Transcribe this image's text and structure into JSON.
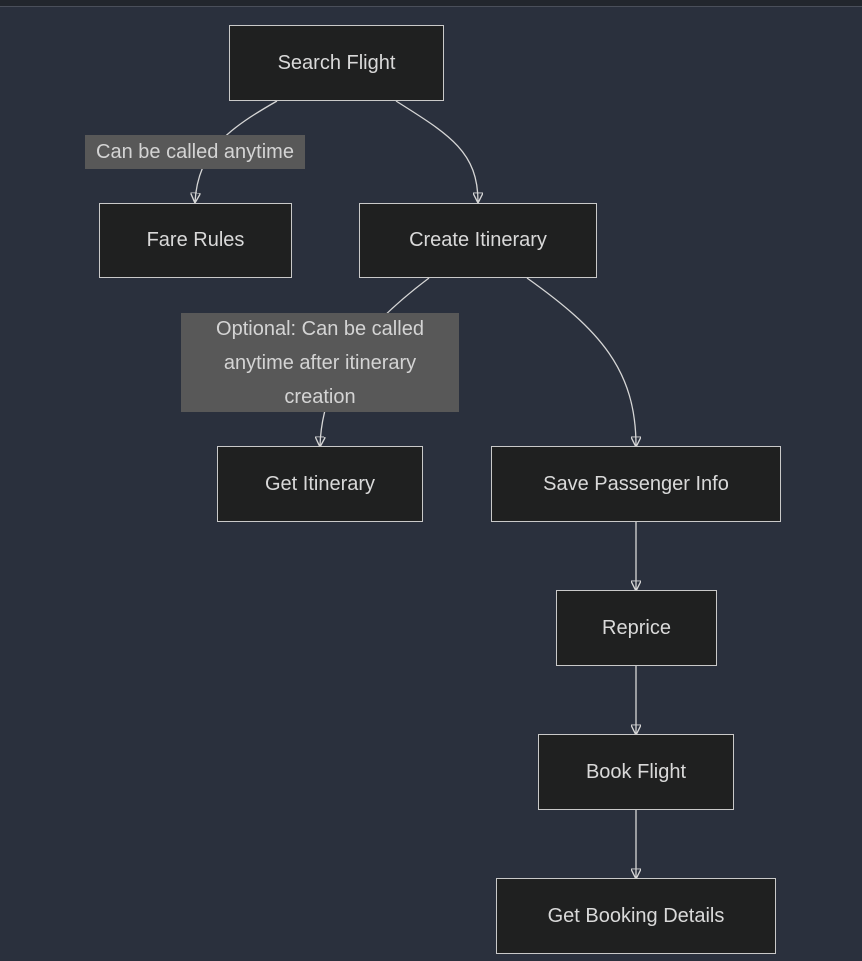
{
  "nodes": {
    "search_flight": "Search Flight",
    "fare_rules": "Fare Rules",
    "create_itinerary": "Create Itinerary",
    "get_itinerary": "Get Itinerary",
    "save_passenger_info": "Save Passenger Info",
    "reprice": "Reprice",
    "book_flight": "Book Flight",
    "get_booking_details": "Get Booking Details"
  },
  "edge_labels": {
    "fare_rules": "Can be called anytime",
    "get_itinerary": "Optional: Can be called anytime after itinerary creation"
  },
  "colors": {
    "background": "#2a303d",
    "node_fill": "#1f2020",
    "node_border": "#c9c9c9",
    "edge": "#d6d6d6",
    "label_fill": "#585858"
  }
}
